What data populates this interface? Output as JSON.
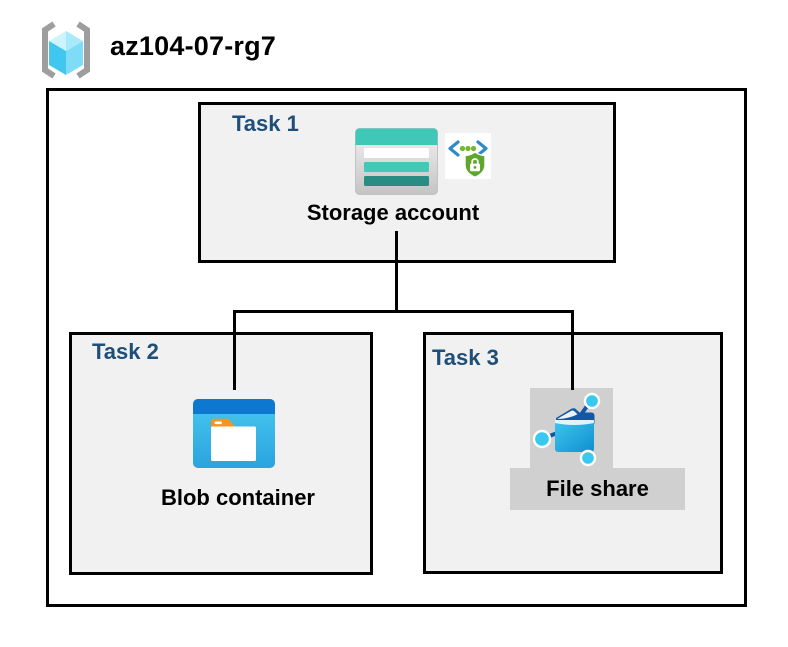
{
  "diagram": {
    "resource_group": {
      "name": "az104-07-rg7",
      "icon": "resource-group-icon"
    },
    "tasks": [
      {
        "label": "Task 1",
        "resource": "Storage account",
        "icons": [
          "storage-account-icon",
          "secure-endpoint-shield-icon"
        ]
      },
      {
        "label": "Task 2",
        "resource": "Blob container",
        "icons": [
          "blob-container-icon"
        ]
      },
      {
        "label": "Task 3",
        "resource": "File share",
        "icons": [
          "file-share-icon"
        ]
      }
    ],
    "connections": [
      {
        "from": "Storage account",
        "to": "Blob container"
      },
      {
        "from": "Storage account",
        "to": "File share"
      }
    ],
    "colors": {
      "task_label": "#1f4e79",
      "box_fill": "#f1f1f1",
      "border": "#000000",
      "storage_teal": "#3fc8b7",
      "storage_teal_dark": "#2a8d83",
      "blob_band_blue": "#0e78d1",
      "blob_body_blue": "#38bce8",
      "folder_tab_orange": "#f7941e",
      "shield_green": "#5fa72c",
      "code_bracket_blue": "#2f8ac9",
      "share_node_cyan": "#38c8f2",
      "share_folder_dark_blue": "#1358a4",
      "gray_label_bg": "#d0d0d0",
      "rg_bracket_gray": "#9e9e9e",
      "rg_cube_cyan": "#41c6ef"
    }
  }
}
